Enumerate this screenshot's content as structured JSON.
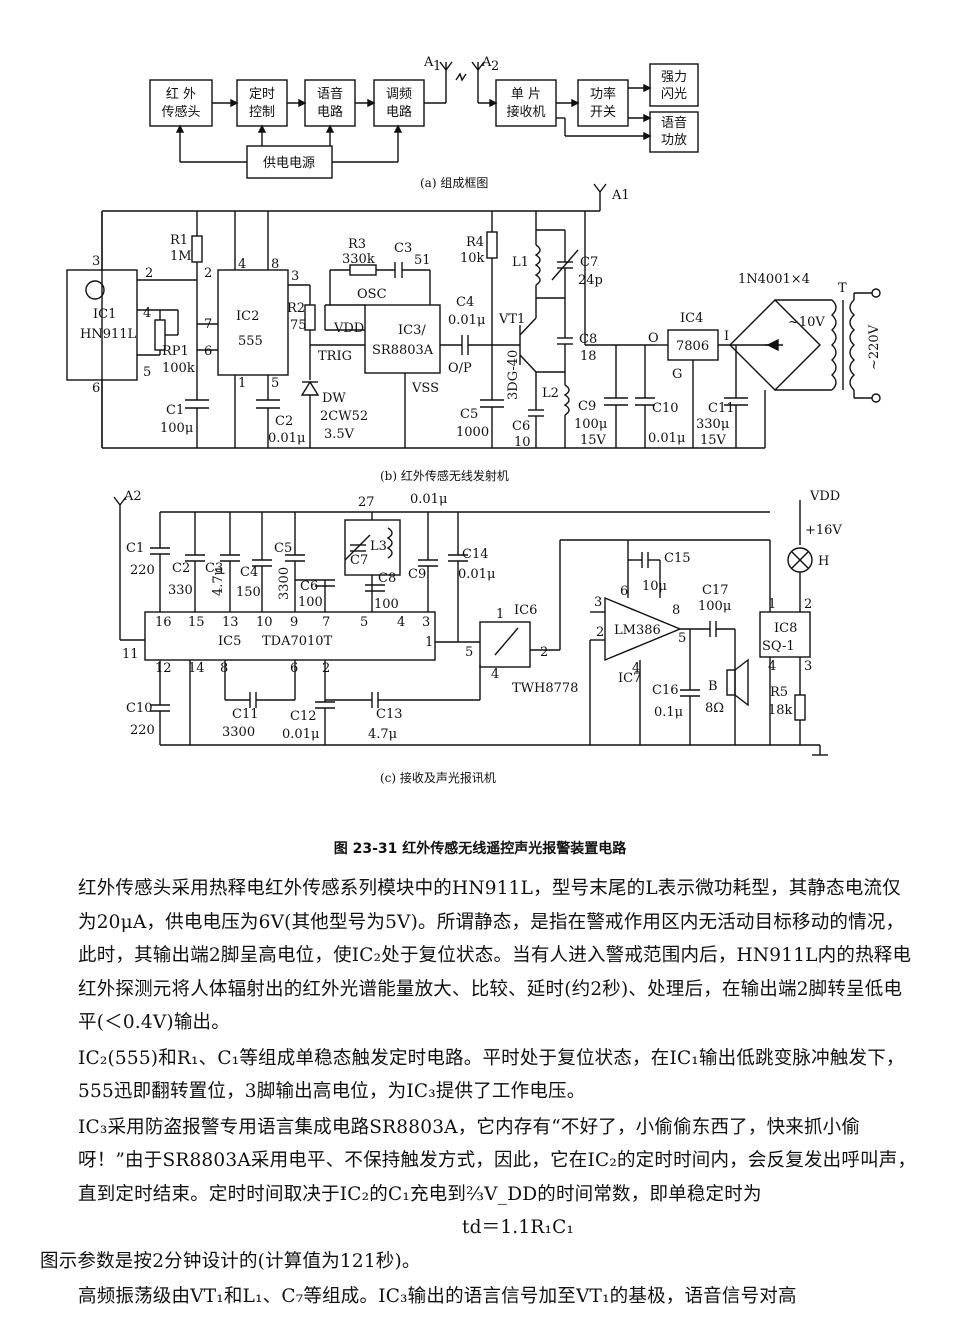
{
  "block_diagram": {
    "blocks": [
      "红 外\n传感头",
      "定时\n控制",
      "语音\n电路",
      "调频\n电路",
      "供电电源",
      "单 片\n接收机",
      "功率\n开关",
      "强力\n闪光",
      "语音\n功放"
    ],
    "antenna1": "A1",
    "antenna2": "A2",
    "caption": "(a) 组成框图"
  },
  "transmitter": {
    "caption": "(b) 红外传感无线发射机",
    "labels": {
      "ic1": "IC1",
      "ic1_model": "HN911L",
      "ic2": "IC2",
      "ic2_model": "555",
      "ic3": "IC3/",
      "ic3_model": "SR8803A",
      "ic4": "IC4",
      "ic4_model": "7806",
      "r1": "R1",
      "r1_val": "1M",
      "r2": "R2",
      "r2_val": "75",
      "r3": "R3",
      "r3_val": "330k",
      "r4": "R4",
      "r4_val": "10k",
      "rp1": "RP1",
      "rp1_val": "100k",
      "c1": "C1",
      "c1_val": "100μ",
      "c2": "C2",
      "c2_val": "0.01μ",
      "c3": "C3",
      "c3_val": "51",
      "c4": "C4",
      "c4_val": "0.01μ",
      "c5": "C5",
      "c5_val": "1000",
      "c6": "C6",
      "c6_val": "10",
      "c7": "C7",
      "c7_val": "24p",
      "c8": "C8",
      "c8_val": "18",
      "c9": "C9",
      "c9_val": "100μ",
      "c9_v": "15V",
      "c10": "C10",
      "c10_val": "0.01μ",
      "c11": "C11",
      "c11_val": "330μ",
      "c11_v": "15V",
      "dw": "DW",
      "dw_model": "2CW52",
      "dw_v": "3.5V",
      "vt1": "VT1",
      "vt1_model": "3DG-40",
      "l1": "L1",
      "l2": "L2",
      "osc": "OSC",
      "vdd": "VDD",
      "trig": "TRIG",
      "op": "O/P",
      "vss": "VSS",
      "bridge": "1N4001×4",
      "t": "T",
      "v10": "~10V",
      "v220": "~220V",
      "o": "O",
      "i": "I",
      "g": "G",
      "a1": "A1"
    }
  },
  "receiver": {
    "caption": "(c) 接收及声光报讯机",
    "labels": {
      "a2": "A2",
      "ic5": "IC5",
      "ic5_model": "TDA7010T",
      "ic6": "IC6",
      "ic6_model": "TWH8778",
      "ic7": "IC7",
      "ic7_model": "LM386",
      "ic8": "IC8",
      "ic8_model": "SQ-1",
      "c1": "C1",
      "c1_val": "220",
      "c2": "C2",
      "c2_val": "330",
      "c3": "C3",
      "c3_val": "4.7μ",
      "c4": "C4",
      "c4_val": "150",
      "c5": "C5",
      "c5_val": "3300",
      "c6": "C6",
      "c6_val": "100",
      "c7": "C7",
      "c8": "C8",
      "c8_val": "100",
      "c9": "C9",
      "c10": "C10",
      "c10_val": "220",
      "c11": "C11",
      "c11_val": "3300",
      "c12": "C12",
      "c12_val": "0.01μ",
      "c13": "C13",
      "c13_val": "4.7μ",
      "c14": "C14",
      "c14_val": "0.01μ",
      "c15": "C15",
      "c15_val": "10μ",
      "c16": "C16",
      "c16_val": "0.1μ",
      "c17": "C17",
      "c17_val": "100μ",
      "c_top": "0.01μ",
      "l3": "L3",
      "n27": "27",
      "r5": "R5",
      "r5_val": "18k",
      "b": "B",
      "b_val": "8Ω",
      "h": "H",
      "vdd": "VDD",
      "v16": "+16V"
    }
  },
  "figure_title": "图 23-31   红外传感无线遥控声光报警装置电路",
  "paragraphs": [
    "红外传感头采用热释电红外传感系列模块中的HN911L，型号末尾的L表示微功耗型，其静态电流仅为20μA，供电电压为6V(其他型号为5V)。所谓静态，是指在警戒作用区内无活动目标移动的情况，此时，其输出端2脚呈高电位，使IC₂处于复位状态。当有人进入警戒范围内后，HN911L内的热释电红外探测元将人体辐射出的红外光谱能量放大、比较、延时(约2秒)、处理后，在输出端2脚转呈低电平(＜0.4V)输出。",
    "IC₂(555)和R₁、C₁等组成单稳态触发定时电路。平时处于复位状态，在IC₁输出低跳变脉冲触发下，555迅即翻转置位，3脚输出高电位，为IC₃提供了工作电压。",
    "IC₃采用防盗报警专用语言集成电路SR8803A，它内存有“不好了，小偷偷东西了，快来抓小偷呀！”由于SR8803A采用电平、不保持触发方式，因此，它在IC₂的定时时间内，会反复发出呼叫声，直到定时结束。定时时间取决于IC₂的C₁充电到⅔V_DD的时间常数，即单稳定时为",
    "td＝1.1R₁C₁",
    "图示参数是按2分钟设计的(计算值为121秒)。",
    "高频振荡级由VT₁和L₁、C₇等组成。IC₃输出的语言信号加至VT₁的基极，语音信号对高"
  ]
}
